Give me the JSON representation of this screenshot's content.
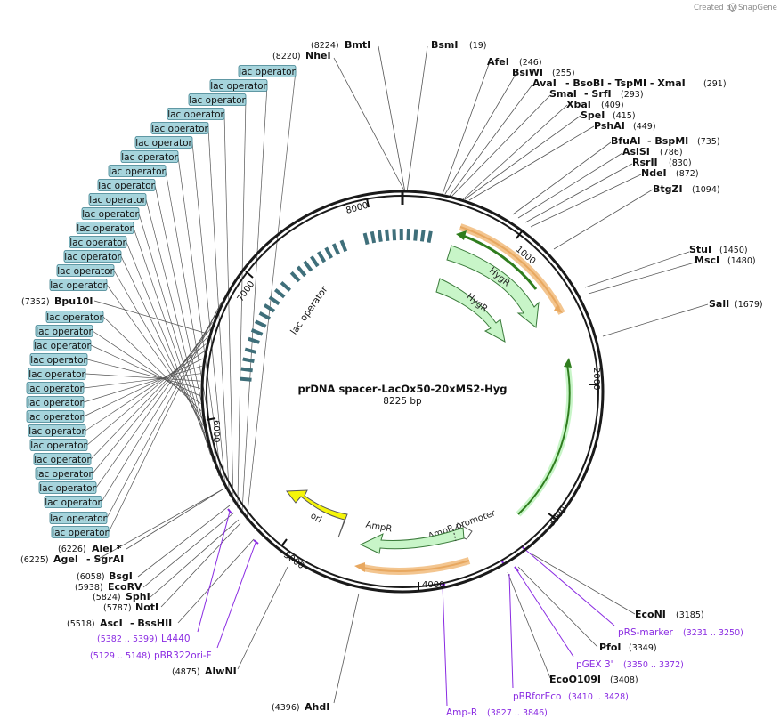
{
  "credit": {
    "prefix": "Created by",
    "brand": "SnapGene"
  },
  "plasmid": {
    "name": "prDNA spacer-LacOx50-20xMS2-Hyg",
    "size": "8225 bp"
  },
  "ticks": [
    "1000",
    "2000",
    "3000",
    "4000",
    "5000",
    "6000",
    "7000",
    "8000"
  ],
  "features": {
    "lac_operator": "lac operator",
    "hygr1": "HygR",
    "hygr2": "HygR",
    "ampr": "AmpR",
    "ampr_promoter": "AmpR promoter",
    "ori": "ori"
  },
  "lac_boxes": [
    "lac operator",
    "lac operator",
    "lac operator",
    "lac operator",
    "lac operator",
    "lac operator",
    "lac operator",
    "lac operator",
    "lac operator",
    "lac operator",
    "lac operator",
    "lac operator",
    "lac operator",
    "lac operator",
    "lac operator",
    "lac operator",
    "lac operator",
    "lac operator",
    "lac operator",
    "lac operator",
    "lac operator",
    "lac operator",
    "lac operator",
    "lac operator",
    "lac operator",
    "lac operator",
    "lac operator",
    "lac operator",
    "lac operator",
    "lac operator",
    "lac operator",
    "lac operator",
    "lac operator"
  ],
  "sites": {
    "bmti": {
      "name": "BmtI",
      "pos": "(8224)"
    },
    "nhei": {
      "name": "NheI",
      "pos": "(8220)"
    },
    "bsmi": {
      "name": "BsmI",
      "pos": "(19)"
    },
    "afei": {
      "name": "AfeI",
      "pos": "(246)"
    },
    "bsiwi": {
      "name": "BsiWI",
      "pos": "(255)"
    },
    "avai": {
      "name": "AvaI",
      "rest": "- BsoBI - TspMI - XmaI",
      "pos": "(291)"
    },
    "smai": {
      "name": "SmaI",
      "rest": "- SrfI",
      "pos": "(293)"
    },
    "xbai": {
      "name": "XbaI",
      "pos": "(409)"
    },
    "spei": {
      "name": "SpeI",
      "pos": "(415)"
    },
    "pshai": {
      "name": "PshAI",
      "pos": "(449)"
    },
    "bfuai": {
      "name": "BfuAI",
      "rest": "- BspMI",
      "pos": "(735)"
    },
    "asisi": {
      "name": "AsiSI",
      "pos": "(786)"
    },
    "rsrii": {
      "name": "RsrII",
      "pos": "(830)"
    },
    "ndei": {
      "name": "NdeI",
      "pos": "(872)"
    },
    "btgzi": {
      "name": "BtgZI",
      "pos": "(1094)"
    },
    "stui": {
      "name": "StuI",
      "pos": "(1450)"
    },
    "msci": {
      "name": "MscI",
      "pos": "(1480)"
    },
    "sali": {
      "name": "SalI",
      "pos": "(1679)"
    },
    "bpu10i": {
      "name": "Bpu10I",
      "pos": "(7352)"
    },
    "alei": {
      "name": "AleI *",
      "pos": "(6226)"
    },
    "agei": {
      "name": "AgeI",
      "rest": "- SgrAI",
      "pos": "(6225)"
    },
    "bsgi": {
      "name": "BsgI",
      "pos": "(6058)"
    },
    "ecorv": {
      "name": "EcoRV",
      "pos": "(5938)"
    },
    "sphi": {
      "name": "SphI",
      "pos": "(5824)"
    },
    "noti": {
      "name": "NotI",
      "pos": "(5787)"
    },
    "asci": {
      "name": "AscI",
      "rest": "- BssHII",
      "pos": "(5518)"
    },
    "alwni": {
      "name": "AlwNI",
      "pos": "(4875)"
    },
    "ahdi": {
      "name": "AhdI",
      "pos": "(4396)"
    },
    "econi": {
      "name": "EcoNI",
      "pos": "(3185)"
    },
    "pfoi": {
      "name": "PfoI",
      "pos": "(3349)"
    },
    "eco0109i": {
      "name": "EcoO109I",
      "pos": "(3408)"
    }
  },
  "primers": {
    "l4440": {
      "name": "L4440",
      "pos": "(5382 .. 5399)"
    },
    "pbr322ori": {
      "name": "pBR322ori-F",
      "pos": "(5129 .. 5148)"
    },
    "prsmarker": {
      "name": "pRS-marker",
      "pos": "(3231 .. 3250)"
    },
    "pgex3": {
      "name": "pGEX 3'",
      "pos": "(3350 .. 3372)"
    },
    "pbrforeco": {
      "name": "pBRforEco",
      "pos": "(3410 .. 3428)"
    },
    "ampr": {
      "name": "Amp-R",
      "pos": "(3827 .. 3846)"
    }
  },
  "colors": {
    "backbone": "#1a1a1a",
    "lac_box": "#a6d4dc",
    "lac_box_border": "#3b7e8c",
    "lac_mark": "#3f6f7a",
    "hyg": "#c8f5c8",
    "hyg_border": "#3a7a3a",
    "ori": "#f5f50a",
    "primer": "#8a2be2",
    "orange": "#e8a860",
    "dark_green": "#2f7d1e"
  }
}
